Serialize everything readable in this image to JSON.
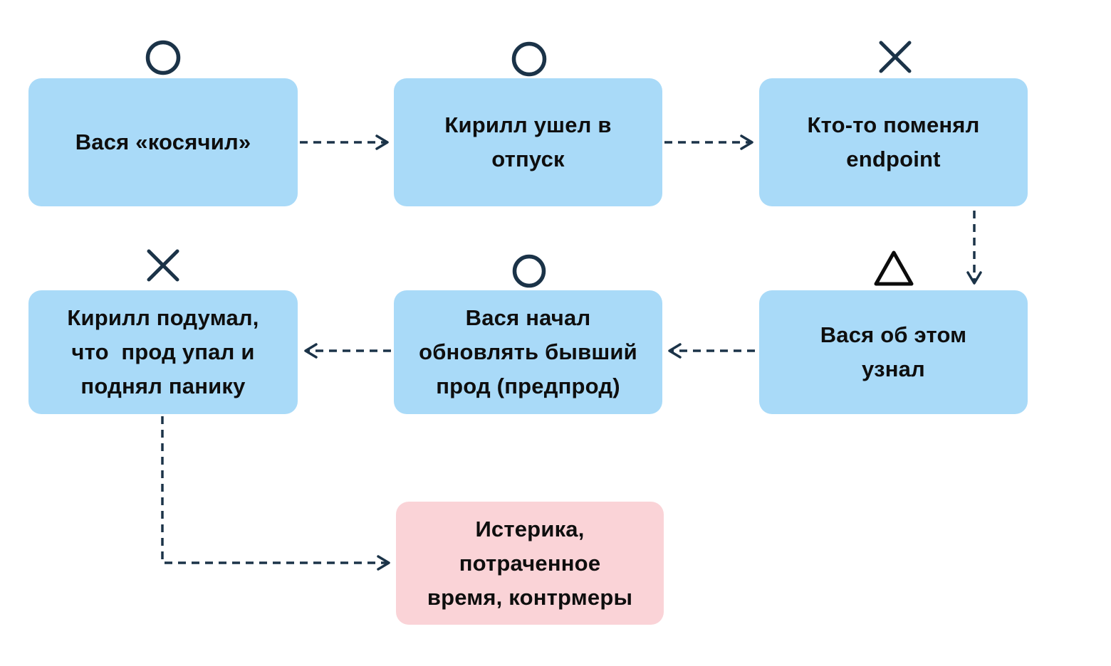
{
  "diagram": {
    "colors": {
      "step_fill": "#A9DAF8",
      "outcome_fill": "#FAD3D7",
      "connector": "#1B3348",
      "symbol_navy": "#1B3348",
      "symbol_black": "#0C0C0C",
      "text": "#0E0E0E",
      "background": "#FFFFFF"
    },
    "nodes": [
      {
        "id": "vasya-kosyachil",
        "label": "Вася «косячил»",
        "marker": "circle-icon",
        "type": "step"
      },
      {
        "id": "kirill-otpusk",
        "label": "Кирилл ушел в\nотпуск",
        "marker": "circle-icon",
        "type": "step"
      },
      {
        "id": "endpoint-changed",
        "label": "Кто-то поменял\nendpoint",
        "marker": "cross-icon",
        "type": "step"
      },
      {
        "id": "kirill-panic",
        "label": "Кирилл подумал,\nчто  прод упал и\nподнял панику",
        "marker": "cross-icon",
        "type": "step"
      },
      {
        "id": "vasya-update-preprod",
        "label": "Вася начал\nобновлять бывший\nпрод (предпрод)",
        "marker": "circle-icon",
        "type": "step"
      },
      {
        "id": "vasya-found-out",
        "label": "Вася об этом\nузнал",
        "marker": "triangle-icon",
        "type": "step"
      },
      {
        "id": "outcome",
        "label": "Истерика,\nпотраченное\nвремя, контрмеры",
        "marker": null,
        "type": "outcome"
      }
    ],
    "connections": [
      {
        "from": "vasya-kosyachil",
        "to": "kirill-otpusk",
        "style": "dashed-arrow"
      },
      {
        "from": "kirill-otpusk",
        "to": "endpoint-changed",
        "style": "dashed-arrow"
      },
      {
        "from": "endpoint-changed",
        "to": "vasya-found-out",
        "style": "dashed-arrow"
      },
      {
        "from": "vasya-found-out",
        "to": "vasya-update-preprod",
        "style": "dashed-arrow"
      },
      {
        "from": "vasya-update-preprod",
        "to": "kirill-panic",
        "style": "dashed-arrow"
      },
      {
        "from": "kirill-panic",
        "to": "outcome",
        "style": "dashed-arrow"
      }
    ]
  }
}
